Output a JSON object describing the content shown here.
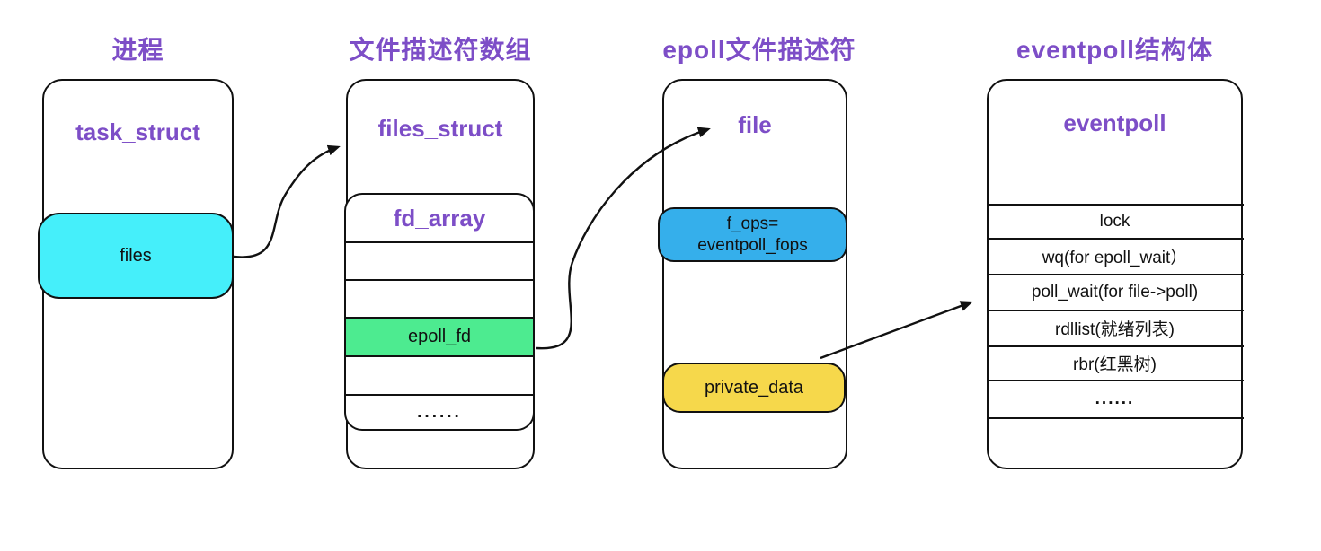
{
  "diagram_title": "epoll kernel data structures",
  "colors": {
    "purple": "#7d4ec7",
    "cyan": "#45effa",
    "green": "#4deb90",
    "blue": "#35afeb",
    "yellow": "#f6d84b",
    "line": "#111111"
  },
  "columns": {
    "process": {
      "title": "进程",
      "struct": "task_struct",
      "field": "files"
    },
    "fd_table": {
      "title": "文件描述符数组",
      "struct": "files_struct",
      "array_header": "fd_array",
      "highlight_row": "epoll_fd",
      "dots": "......"
    },
    "epoll_file": {
      "title": "epoll文件描述符",
      "struct": "file",
      "fops_line1": "f_ops=",
      "fops_line2": "eventpoll_fops",
      "private_field": "private_data"
    },
    "eventpoll": {
      "title": "eventpoll结构体",
      "struct": "eventpoll",
      "rows": [
        "lock",
        "wq(for epoll_wait）",
        "poll_wait(for file->poll)",
        "rdllist(就绪列表)",
        "rbr(红黑树)",
        "......"
      ]
    }
  },
  "arrows": [
    {
      "name": "files → files_struct"
    },
    {
      "name": "epoll_fd → file"
    },
    {
      "name": "private_data → poll_wait"
    }
  ]
}
